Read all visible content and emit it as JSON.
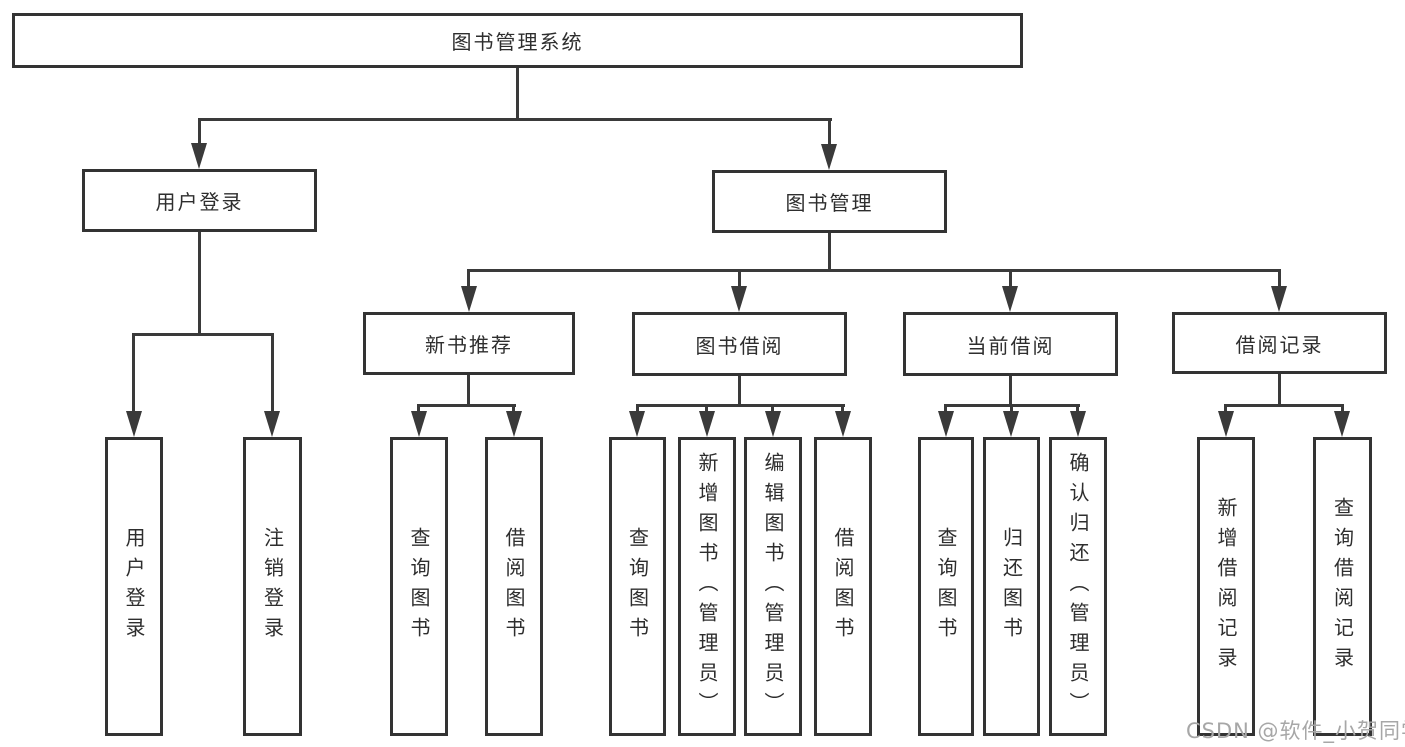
{
  "diagram_title": "图书管理系统",
  "tree": {
    "label": "图书管理系统",
    "children": [
      {
        "label": "用户登录",
        "children": [
          {
            "label": "用户登录"
          },
          {
            "label": "注销登录"
          }
        ]
      },
      {
        "label": "图书管理",
        "children": [
          {
            "label": "新书推荐",
            "children": [
              {
                "label": "查询图书"
              },
              {
                "label": "借阅图书"
              }
            ]
          },
          {
            "label": "图书借阅",
            "children": [
              {
                "label": "查询图书"
              },
              {
                "label": "新增图书（管理员）"
              },
              {
                "label": "编辑图书（管理员）"
              },
              {
                "label": "借阅图书"
              }
            ]
          },
          {
            "label": "当前借阅",
            "children": [
              {
                "label": "查询图书"
              },
              {
                "label": "归还图书"
              },
              {
                "label": "确认归还（管理员）"
              }
            ]
          },
          {
            "label": "借阅记录",
            "children": [
              {
                "label": "新增借阅记录"
              },
              {
                "label": "查询借阅记录"
              }
            ]
          }
        ]
      }
    ]
  },
  "watermark": {
    "text": "CSDN @软件_小贺同学"
  },
  "colors": {
    "line": "#3a3a3a",
    "box_border": "#333333",
    "text": "#2e2e2e",
    "background": "#ffffff",
    "watermark": "#a7a7a7"
  }
}
